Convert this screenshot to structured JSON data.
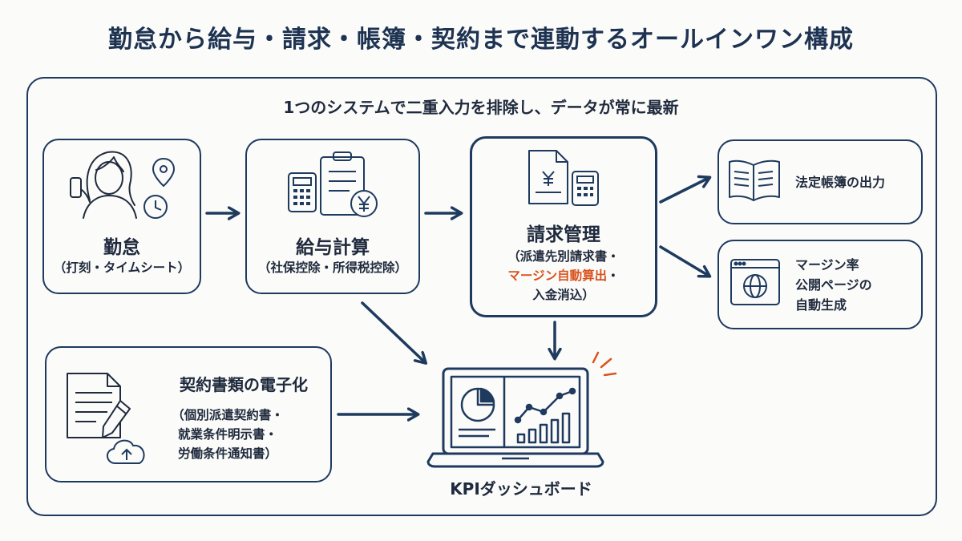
{
  "title": "勤怠から給与・請求・帳簿・契約まで連動するオールインワン構成",
  "subtitle": "1つのシステムで二重入力を排除し、データが常に最新",
  "attendance": {
    "title": "勤怠",
    "detail": "（打刻・タイムシート）"
  },
  "payroll": {
    "title": "給与計算",
    "detail": "（社保控除・所得税控除）"
  },
  "billing": {
    "title": "請求管理",
    "detail_line1": "（派遣先別請求書・",
    "detail_line2_highlight": "マージン自動算出",
    "detail_line2_suffix": "・",
    "detail_line3": "入金消込）"
  },
  "ledger": {
    "title": "法定帳簿の出力"
  },
  "margin_page": {
    "line1": "マージン率",
    "line2": "公開ページの",
    "line3": "自動生成"
  },
  "contracts": {
    "title": "契約書類の電子化",
    "detail_line1": "（個別派遣契約書・",
    "detail_line2": "就業条件明示書・",
    "detail_line3": "労働条件通知書）"
  },
  "dashboard": {
    "title": "KPIダッシュボード"
  },
  "colors": {
    "navy": "#1e3a5f",
    "accent": "#d9531e",
    "background": "#fbfbf9"
  }
}
